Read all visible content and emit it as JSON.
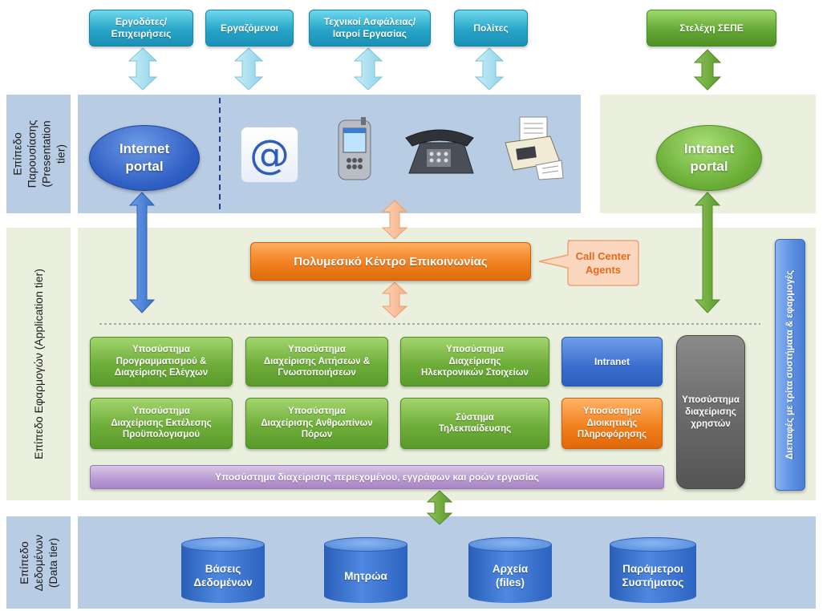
{
  "actors": [
    {
      "label": "Εργοδότες/\nΕπιχειρήσεις"
    },
    {
      "label": "Εργαζόμενοι"
    },
    {
      "label": "Τεχνικοί Ασφάλειας/\nΙατροί Εργασίας"
    },
    {
      "label": "Πολίτες"
    }
  ],
  "staff": {
    "label": "Στελέχη ΣΕΠΕ"
  },
  "tiers": {
    "presentation": "Επίπεδο\nΠαρουσίασης\n(Presentation tier)",
    "application": "Επίπεδο Εφαρμογών (Application tier)",
    "data": "Επίπεδο\nΔεδομένων\n(Data tier)"
  },
  "portals": {
    "internet": "Internet\nportal",
    "intranet": "Intranet\nportal"
  },
  "channels": {
    "email_symbol": "@"
  },
  "contact_center": {
    "label": "Πολυμεσικό Κέντρο Επικοινωνίας"
  },
  "callout": {
    "label": "Call Center\nAgents"
  },
  "subsystems": [
    {
      "label": "Υποσύστημα\nΠρογραμματισμού &\nΔιαχείρισης Ελέγχων"
    },
    {
      "label": "Υποσύστημα\nΔιαχείρισης Αιτήσεων &\nΓνωστοποιήσεων"
    },
    {
      "label": "Υποσύστημα\nΔιαχείρισης\nΗλεκτρονικών Στοιχείων"
    },
    {
      "label": "Intranet"
    },
    {
      "label": "Υποσύστημα\nΔιαχείρισης Εκτέλεσης\nΠροϋπολογισμού"
    },
    {
      "label": "Υποσύστημα\nΔιαχείρισης Ανθρωπίνων\nΠόρων"
    },
    {
      "label": "Σύστημα\nΤηλεκπαίδευσης"
    },
    {
      "label": "Υποσύστημα\nΔιοικητικής\nΠληροφόρησης"
    }
  ],
  "content_bar": {
    "label": "Υποσύστημα διαχείρισης περιεχομένου, εγγράφων και ροών εργασίας"
  },
  "user_mgmt": {
    "label": "Υποσύστημα\nδιαχείρισης\nχρηστών"
  },
  "interfaces": {
    "label": "Διεπαφές με τρίτα συστήματα & εφαρμογές"
  },
  "datastores": [
    {
      "label": "Βάσεις\nΔεδομένων"
    },
    {
      "label": "Μητρώα"
    },
    {
      "label": "Αρχεία\n(files)"
    },
    {
      "label": "Παράμετροι\nΣυστήματος"
    }
  ],
  "colors": {
    "band_blue": "#b8cce4",
    "band_green": "#ebf0de",
    "actor_cyan": "#27a5c8",
    "subsystem_green": "#6fae3a",
    "orange": "#f07d1a",
    "purple_bar": "#c9b3dc"
  }
}
